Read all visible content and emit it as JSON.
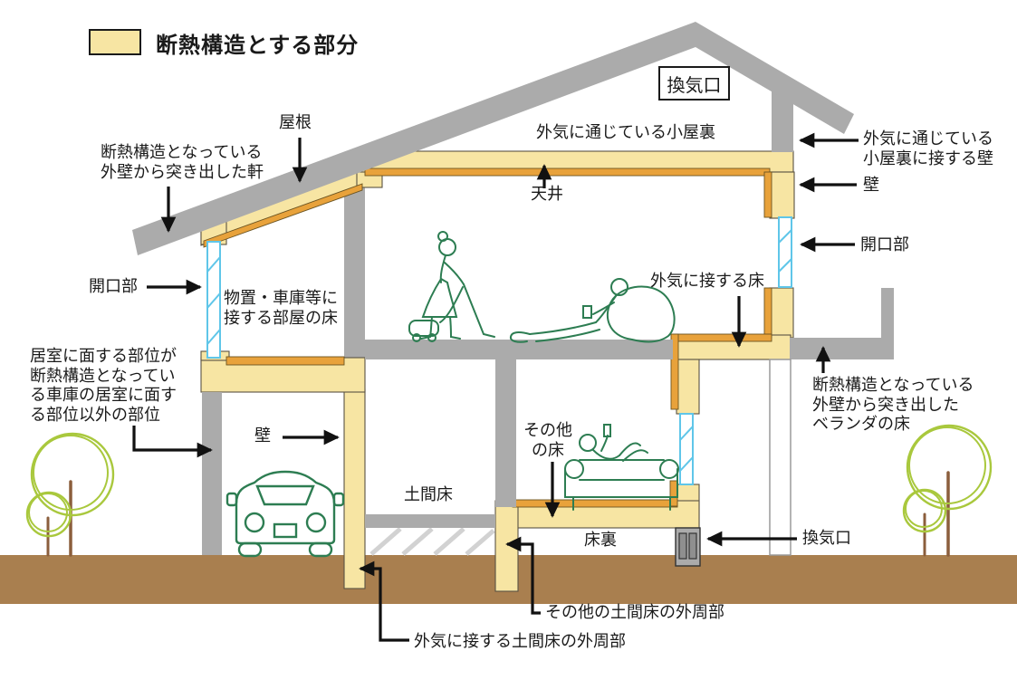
{
  "legend": {
    "title": "断熱構造とする部分"
  },
  "labels": {
    "roof": "屋根",
    "eaves": "断熱構造となっている\n外壁から突き出した軒",
    "vent_top": "換気口",
    "attic": "外気に通じている小屋裏",
    "ceiling": "天井",
    "attic_wall": "外気に通じている\n小屋裏に接する壁",
    "wall_right": "壁",
    "opening_right": "開口部",
    "opening_left": "開口部",
    "storage_room_floor": "物置・車庫等に\n接する部屋の床",
    "floor_outside_air": "外気に接する床",
    "garage_note": "居室に面する部位が\n断熱構造となってい\nる車庫の居室に面す\nる部位以外の部位",
    "wall_garage": "壁",
    "veranda_floor": "断熱構造となっている\n外壁から突き出した\nベランダの床",
    "other_floor": "その他\nの床",
    "doma_floor": "土間床",
    "under_floor": "床裏",
    "vent_bottom": "換気口",
    "other_doma_perimeter": "その他の土間床の外周部",
    "outside_doma_perimeter": "外気に接する土間床の外周部"
  },
  "colors": {
    "insulation_yellow": "#F7E5A3",
    "accent_orange": "#E8A23B",
    "structure_gray": "#ABABAB",
    "ground_brown": "#A97F4F",
    "tree_green": "#A9C83D",
    "figure_green": "#2D7D52",
    "window_blue": "#5FC6E9",
    "text_dark": "#1A1A1A"
  }
}
